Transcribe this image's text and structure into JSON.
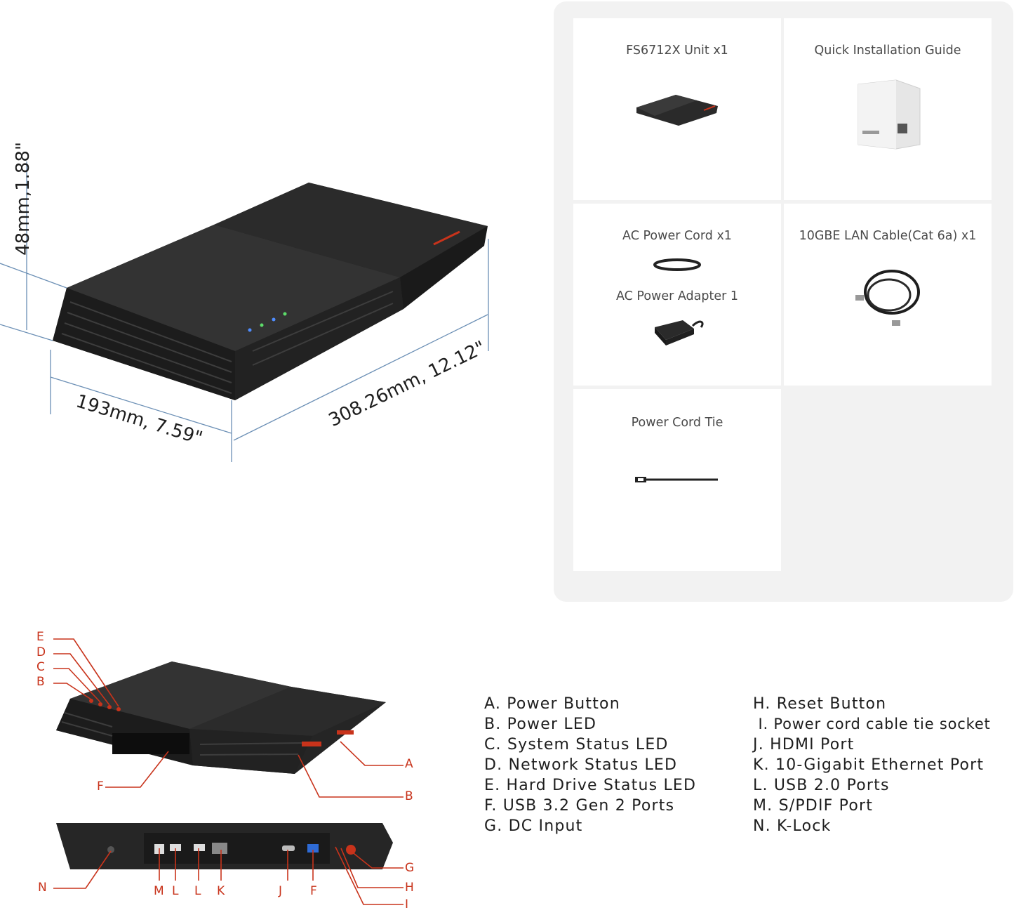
{
  "dimensions": {
    "height_label": "48mm,1.88\"",
    "width_label": "193mm, 7.59\"",
    "depth_label": "308.26mm, 12.12\""
  },
  "box_contents": {
    "items": [
      {
        "label": "FS6712X Unit x1",
        "icon": "nas-unit-icon"
      },
      {
        "label": "Quick Installation Guide",
        "icon": "guide-booklet-icon"
      },
      {
        "label": "AC Power Cord x1",
        "sublabel": "AC Power Adapter 1",
        "icon": "power-cord-icon",
        "subicon": "power-adapter-icon"
      },
      {
        "label": "10GBE LAN Cable(Cat 6a) x1",
        "icon": "lan-cable-icon"
      },
      {
        "label": "Power Cord Tie",
        "icon": "cable-tie-icon"
      }
    ]
  },
  "callouts": {
    "front": [
      "E",
      "D",
      "C",
      "B",
      "A",
      "B",
      "F"
    ],
    "rear": [
      "N",
      "M",
      "L",
      "L",
      "K",
      "J",
      "F",
      "G",
      "H",
      "I"
    ]
  },
  "legend": {
    "left": [
      "A. Power Button",
      "B. Power LED",
      "C. System Status LED",
      "D. Network Status LED",
      "E. Hard Drive Status LED",
      "F. USB 3.2 Gen 2 Ports",
      "G. DC Input"
    ],
    "right": [
      "H. Reset Button",
      " I. Power cord cable tie socket",
      "J. HDMI Port",
      "K. 10-Gigabit Ethernet Port",
      "L. USB 2.0 Ports",
      "M. S/PDIF Port",
      "N. K-Lock"
    ]
  },
  "colors": {
    "accent_red": "#c8331b",
    "dimension_line": "#6b8fb5",
    "device_body": "#1f1f1f",
    "panel_bg": "#f2f2f2"
  }
}
